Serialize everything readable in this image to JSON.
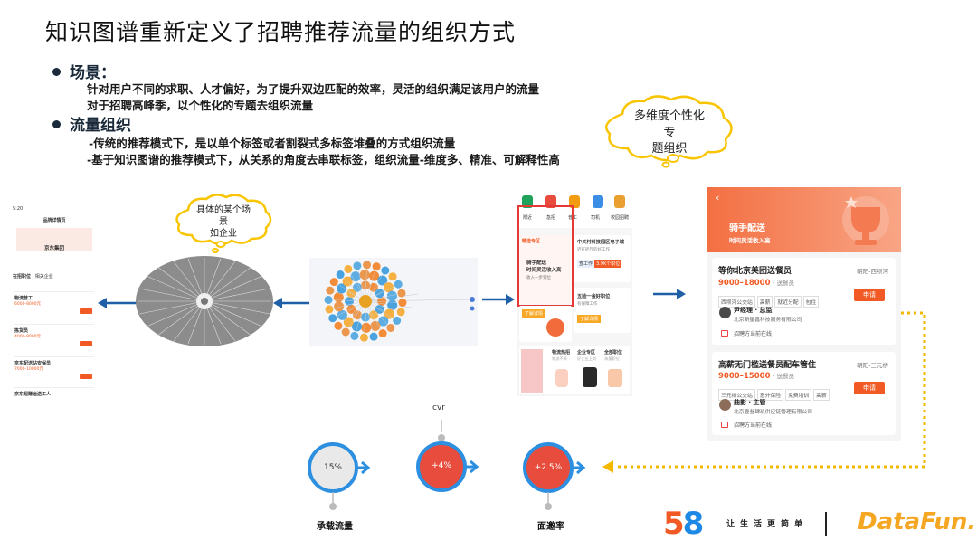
{
  "slide": {
    "title": "知识图谱重新定义了招聘推荐流量的组织方式",
    "section1": {
      "heading": "场景：",
      "lines": [
        "针对用户不同的求职、人才偏好，为了提升双边匹配的效率，灵活的组织满足该用户的流量",
        "对于招聘高峰季，以个性化的专题去组织流量"
      ]
    },
    "section2": {
      "heading": "流量组织",
      "lines": [
        "-传统的推荐模式下，是以单个标签或者割裂式多标签堆叠的方式组织流量",
        "-基于知识图谱的推荐模式下，从关系的角度去串联标签，组织流量-维度多、精准、可解释性高"
      ]
    },
    "cloud_top": "多维度个性化专题组织",
    "cloud_top_lines": [
      "多维度个性化专",
      "题组织"
    ],
    "cloud_left_lines": [
      "具体的某个场景",
      "如企业"
    ]
  },
  "phone": {
    "status_time": "5:20",
    "page_title": "品牌详情页",
    "company": "京东集团",
    "tabs": [
      "在招职位",
      "相关企业"
    ],
    "jobs": [
      {
        "title": "物流普工",
        "salary": "6000-8000元"
      },
      {
        "title": "拣货员",
        "salary": "4000-8000元"
      },
      {
        "title": "京东配送站安保员",
        "salary": "7000-10000元"
      },
      {
        "title": "京东超赚运送工人",
        "salary": ""
      }
    ]
  },
  "appgrid": {
    "icons": [
      "附近",
      "急招",
      "普工",
      "司机",
      "校园招聘"
    ],
    "promo_tag": "精选专区",
    "promo_title": "骑手配送",
    "promo_sub": "时间灵活收入高",
    "promo_more": "收入一步到位",
    "card_right_title": "中关村科技园区电子城",
    "card_right_sub": "近在咫尺的好工作",
    "card_right_btn": "查工作",
    "card_right_badge": "3.9K个职位",
    "card_lower_right": "五险一金好职位",
    "card_lower_right_sub": "有保障工作",
    "card_lower_left_btn": "了解详情",
    "card_lower_right_btn": "了解详情",
    "bottom_items": [
      "物流热招",
      "企业专区",
      "全部职位"
    ],
    "bottom_subs": [
      "物流不断",
      "好企业上岗",
      "海量职位"
    ]
  },
  "jobpanel": {
    "header_title": "骑手配送",
    "header_sub": "时间灵活收入高",
    "jobs": [
      {
        "name": "等你北京美团送餐员",
        "location": "朝阳-西坝河",
        "salary": "9000–18000",
        "category": "· 送餐员",
        "tags": [
          "西坝河公交站",
          "高薪",
          "就近分配",
          "包住"
        ],
        "apply": "申请",
        "person": "尹经理 · 总监",
        "company": "北京新星鑫科技服务有限公司",
        "online": "招聘方当前在线"
      },
      {
        "name": "高薪无门槛送餐员配车管住",
        "location": "朝阳-三元桥",
        "salary": "9000–15000",
        "category": "· 送餐员",
        "tags": [
          "三元桥公交站",
          "意外保险",
          "免费培训",
          "高薪"
        ],
        "apply": "申请",
        "person": "曲影 · 主管",
        "company": "北京壹叁肆玖供应链管理有限公司",
        "online": "招聘方当前在线"
      }
    ]
  },
  "metrics": {
    "cvr_label": "cvr",
    "circles": [
      {
        "value": "15%",
        "caption": "承载流量"
      },
      {
        "value": "+4%",
        "caption": ""
      },
      {
        "value": "+2.5%",
        "caption": "面邀率"
      }
    ]
  },
  "footer": {
    "logo_digits": [
      "5",
      "8"
    ],
    "slogan": "让生活更简单",
    "brand": "DataFun."
  },
  "colors": {
    "accent_orange": "#f15a24",
    "arrow_blue": "#1f5fa8",
    "circle_blue": "#2d8fe0",
    "dotted_yellow": "#f5b800",
    "cloud_yellow": "#f9c400"
  }
}
